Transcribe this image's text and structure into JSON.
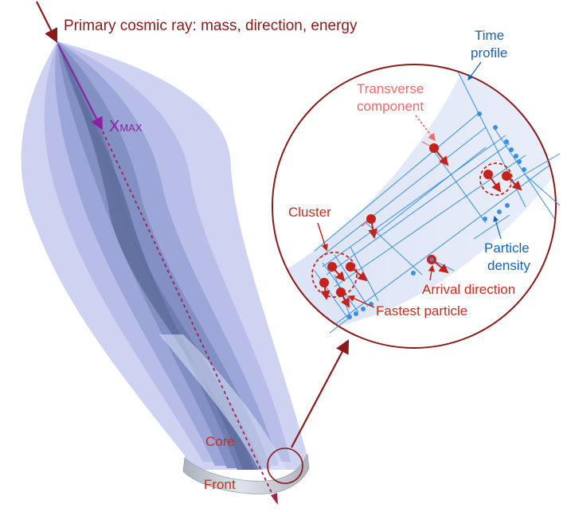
{
  "labels": {
    "primary": "Primary cosmic ray: mass, direction, energy",
    "xmax_main": "X",
    "xmax_sub": "MAX",
    "core": "Core",
    "front": "Front",
    "time_profile_1": "Time",
    "time_profile_2": "profile",
    "transverse_1": "Transverse",
    "transverse_2": "component",
    "cluster": "Cluster",
    "particle_density_1": "Particle",
    "particle_density_2": "density",
    "arrival_direction": "Arrival direction",
    "fastest_particle": "Fastest particle"
  },
  "colors": {
    "primary_ray": "#b5172d",
    "xmax": "#8e1fa2",
    "dark_red": "#8b1a1a",
    "red_label": "#cf2a1a",
    "pink_label": "#f06a6a",
    "blue_label": "#1463b5",
    "shower_light": "#c8cdf2",
    "shower_dark": "#5f6d9c",
    "line_blue": "#3a8fe0",
    "particle_red": "#c4221a"
  }
}
